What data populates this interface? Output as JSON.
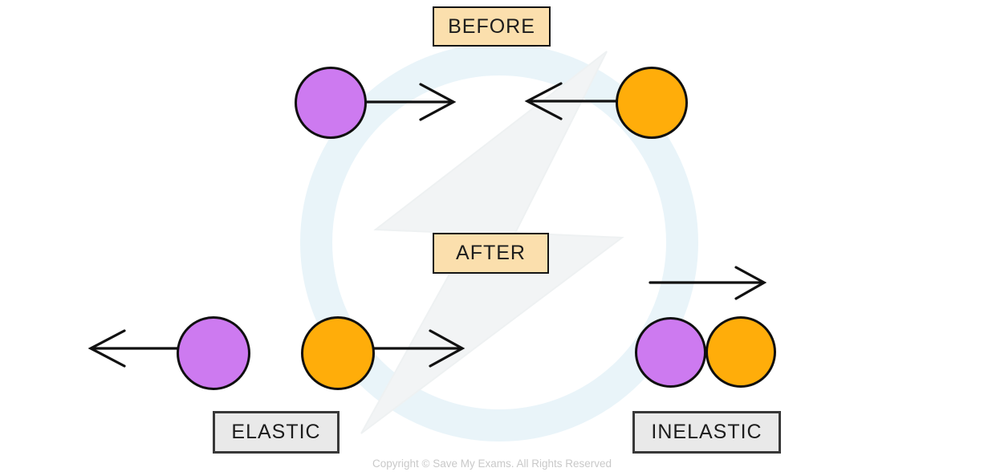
{
  "title": "Elastic and inelastic collision diagram",
  "labels": {
    "before": "BEFORE",
    "after": "AFTER",
    "elastic": "ELASTIC",
    "inelastic": "INELASTIC"
  },
  "footer": {
    "copyright": "Copyright © Save My Exams. All Rights Reserved"
  },
  "colors": {
    "ball_purple": "#cd7af0",
    "ball_orange": "#ffad0a",
    "ball_outline": "#0f0f0f",
    "label_peach_bg": "#fbdfad",
    "label_gray_bg": "#e9e9e9",
    "arrow_black": "#111111",
    "watermark_blue": "#e9f4f9",
    "watermark_bolt_gray": "#f2f4f5",
    "copyright_gray": "#c9c9c9"
  },
  "diagram": {
    "before": {
      "left_ball": {
        "color": "purple",
        "arrow_direction": "right"
      },
      "right_ball": {
        "color": "orange",
        "arrow_direction": "left"
      }
    },
    "after": {
      "elastic": {
        "purple_ball_arrow_direction": "left",
        "orange_ball_arrow_direction": "right"
      },
      "inelastic": {
        "balls": [
          "purple",
          "orange"
        ],
        "balls_state": "touching / stuck together",
        "arrow_direction": "right"
      }
    }
  },
  "watermark": {
    "description": "faint circle with lightning bolt logo"
  }
}
